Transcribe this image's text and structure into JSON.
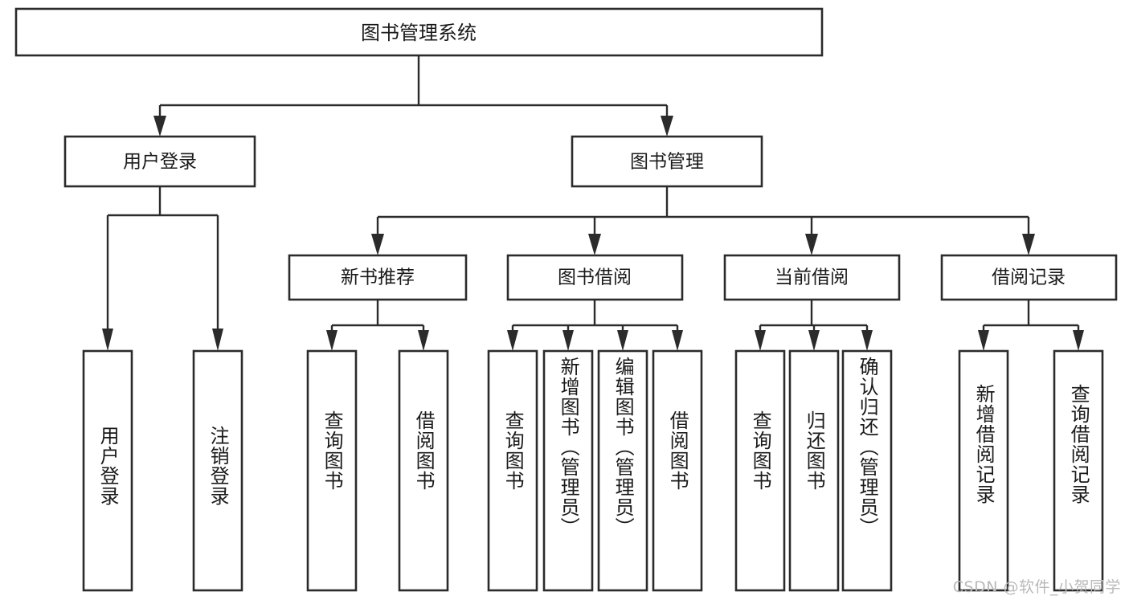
{
  "diagram": {
    "type": "hierarchy-tree",
    "title": "图书管理系统",
    "watermark": "CSDN @软件_小贺同学",
    "colors": {
      "box_stroke": "#2b2b2b",
      "box_fill": "#ffffff",
      "text": "#1a1a1a",
      "background": "#ffffff",
      "watermark": "#b9b9b9"
    },
    "root": {
      "label": "图书管理系统"
    },
    "level2": [
      {
        "label": "用户登录"
      },
      {
        "label": "图书管理"
      }
    ],
    "level3": [
      {
        "label": "新书推荐"
      },
      {
        "label": "图书借阅"
      },
      {
        "label": "当前借阅"
      },
      {
        "label": "借阅记录"
      }
    ],
    "leaves": {
      "user_login": [
        {
          "label": "用户登录"
        },
        {
          "label": "注销登录"
        }
      ],
      "new_book_recommend": [
        {
          "label": "查询图书"
        },
        {
          "label": "借阅图书"
        }
      ],
      "book_borrow": [
        {
          "label": "查询图书"
        },
        {
          "label": "新增图书（管理员）"
        },
        {
          "label": "编辑图书（管理员）"
        },
        {
          "label": "借阅图书"
        }
      ],
      "current_borrow": [
        {
          "label": "查询图书"
        },
        {
          "label": "归还图书"
        },
        {
          "label": "确认归还（管理员）"
        }
      ],
      "borrow_record": [
        {
          "label": "新增借阅记录"
        },
        {
          "label": "查询借阅记录"
        }
      ]
    }
  }
}
